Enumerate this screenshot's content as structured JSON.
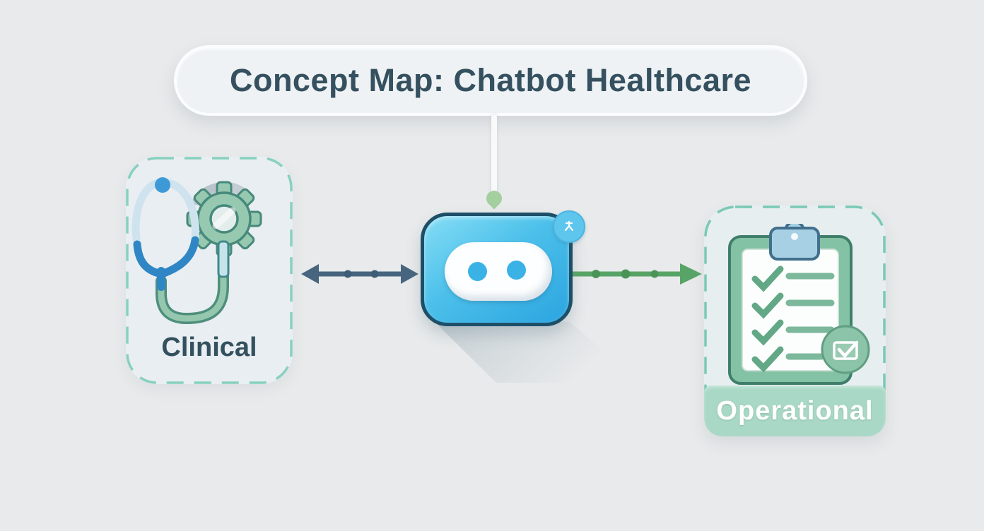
{
  "title": {
    "text": "Concept Map: Chatbot Healthcare"
  },
  "nodes": {
    "clinical": {
      "label": "Clinical",
      "icon": "stethoscope-gear-icon"
    },
    "chatbot": {
      "icon": "robot-chat-face-icon",
      "badge_icon": "sparkle-badge-icon",
      "eyes": 2
    },
    "operational": {
      "label": "Operational",
      "icon": "clipboard-checklist-icon",
      "badge_icon": "checkbox-badge-icon",
      "checklist_items": 4
    }
  },
  "connectors": {
    "title_to_chatbot": {
      "style": "straight-drop-line",
      "marker": "teardrop-down",
      "color": "#a4cf9f"
    },
    "clinical_to_chatbot": {
      "style": "double-headed-arrow",
      "dots": 2,
      "color": "#47657f"
    },
    "chatbot_to_operational": {
      "style": "single-headed-arrow",
      "dots": 3,
      "color": "#58a467"
    }
  },
  "colors": {
    "background": "#e8eaeb",
    "title_text": "#35505f",
    "dashed_border": "#7fcdbb",
    "clinical_label": "#33505e",
    "chatbot_fill": "#49bde9",
    "chatbot_border": "#1e4f68",
    "operational_banner": "#a9d8c6",
    "operational_label": "#ffffff",
    "arrow_left": "#47657f",
    "arrow_right": "#58a467"
  }
}
